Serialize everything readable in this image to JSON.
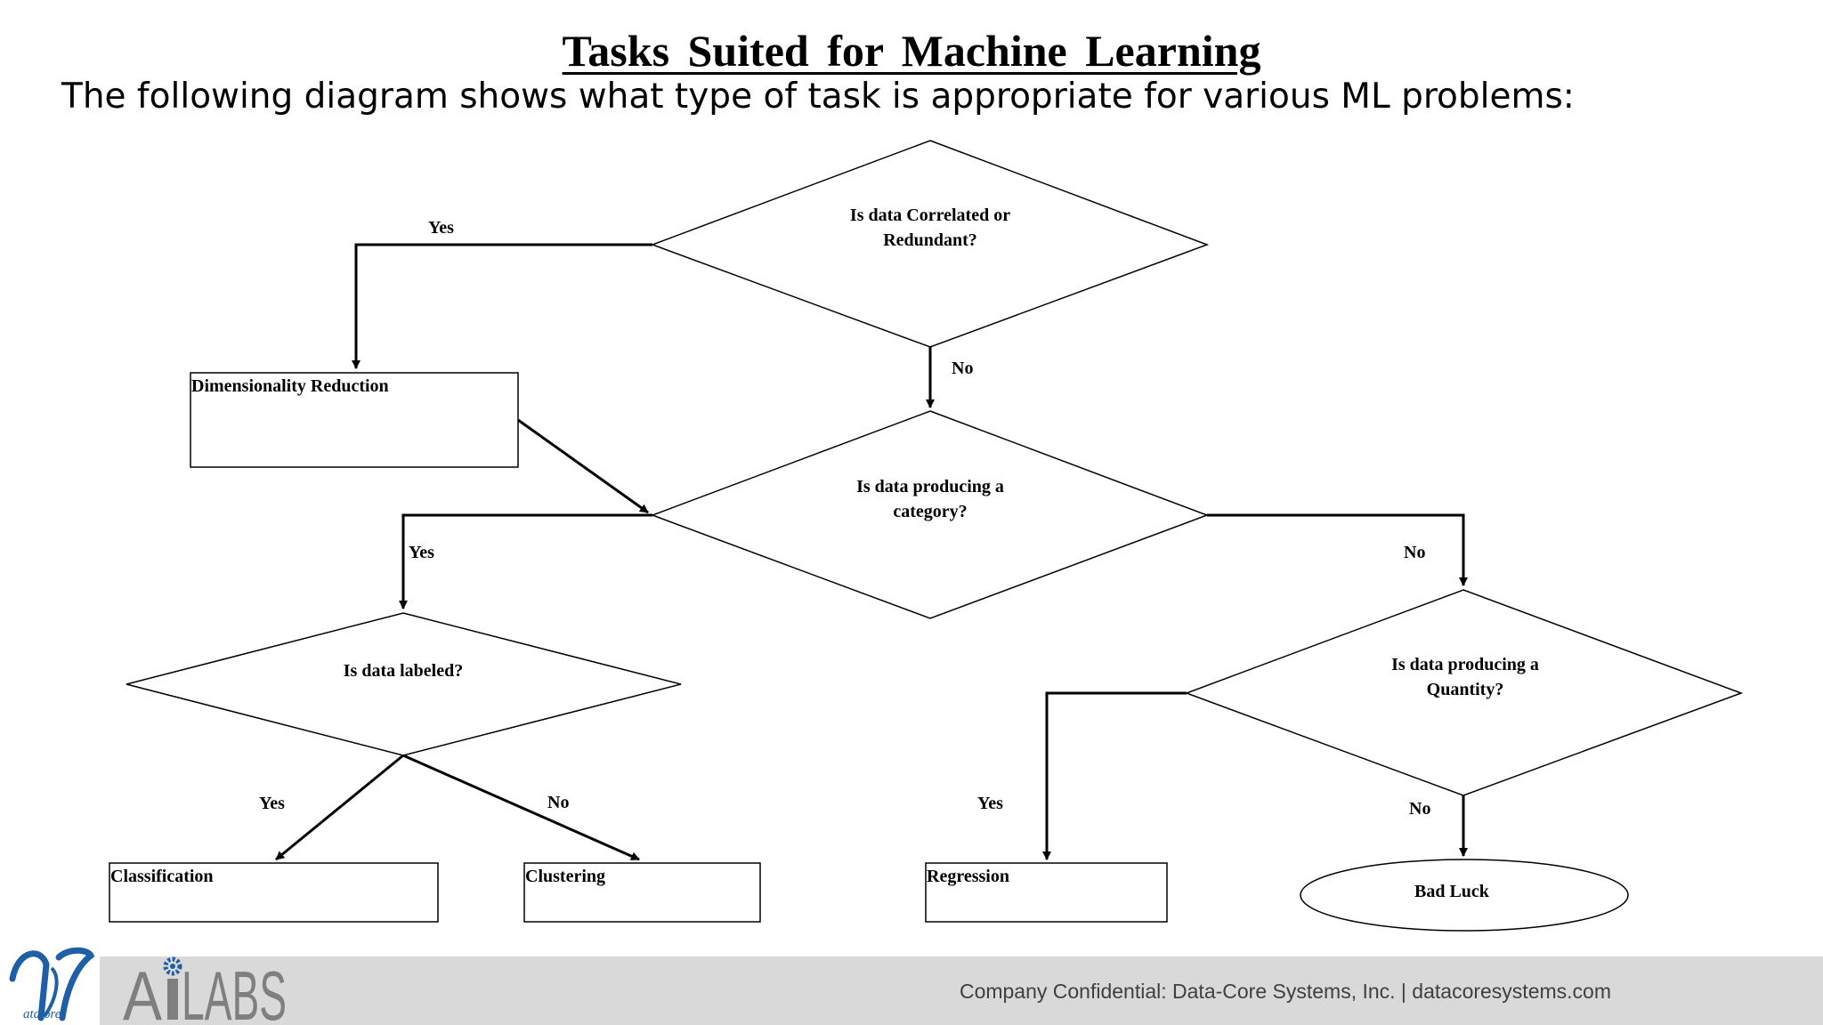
{
  "title": "Tasks Suited for Machine Learning",
  "subtitle": "The following diagram shows what type of task is appropriate for various ML problems:",
  "flowchart": {
    "decisions": {
      "correlated": [
        "Is data Correlated or",
        "Redundant?"
      ],
      "category": [
        "Is data producing a",
        "category?"
      ],
      "labeled": [
        "Is data labeled?"
      ],
      "quantity": [
        "Is data producing a",
        "Quantity?"
      ]
    },
    "outcomes": {
      "dim_reduction": "Dimensionality Reduction",
      "classification": "Classification",
      "clustering": "Clustering",
      "regression": "Regression",
      "bad_luck": "Bad Luck"
    },
    "edges": {
      "correlated_yes": "Yes",
      "correlated_no": "No",
      "category_yes": "Yes",
      "category_no": "No",
      "labeled_yes": "Yes",
      "labeled_no": "No",
      "quantity_yes": "Yes",
      "quantity_no": "No"
    }
  },
  "footer": {
    "text": "Company Confidential: Data-Core Systems, Inc.  |  datacoresystems.com",
    "logo_letters": "ata ore",
    "brand_a": "A",
    "brand_labs": "LABS",
    "colors": {
      "logo_blue": "#1f5fa8",
      "brand_gray": "#7f7f7f",
      "footer_bg": "#d9d9d9"
    }
  }
}
